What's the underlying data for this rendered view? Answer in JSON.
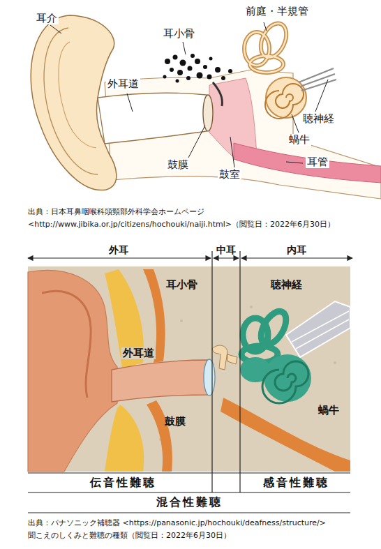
{
  "diagram": {
    "labels": [
      "耳介",
      "耳小骨",
      "前庭・半規管",
      "外耳道",
      "聴神経",
      "蝸牛",
      "鼓膜",
      "鼓室",
      "耳管",
      "出典：日本耳鼻咽喉科頭頸部外科学会ホームページ",
      "<http://www.jibika.or.jp/citizens/hochouki/naiji.html>（閲覧日：2022年6月30日）",
      "外耳",
      "中耳",
      "内耳",
      "耳小骨",
      "聴神経",
      "外耳道",
      "蝸牛",
      "鼓膜",
      "伝音性難聴",
      "感音性難聴",
      "混合性難聴",
      "出典：パナソニック補聴器 <https://panasonic.jp/hochouki/deafness/structure/>",
      "聞こえのしくみと難聴の種類（閲覧日：2022年6月30日）"
    ]
  }
}
